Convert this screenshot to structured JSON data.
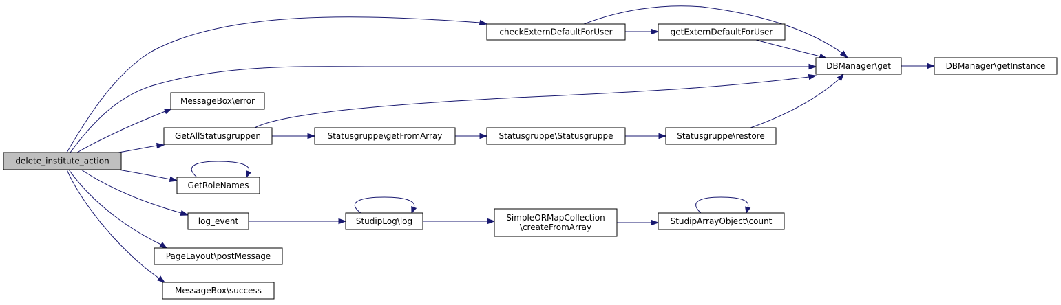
{
  "colors": {
    "edge": "#191970",
    "node_border": "#000000",
    "node_fill": "#ffffff",
    "root_fill": "#bfbfbf"
  },
  "nodes": [
    {
      "id": "root",
      "lines": [
        "delete_institute_action"
      ],
      "root": true
    },
    {
      "id": "checkExtern",
      "lines": [
        "checkExternDefaultForUser"
      ]
    },
    {
      "id": "getExtern",
      "lines": [
        "getExternDefaultForUser"
      ]
    },
    {
      "id": "dbget",
      "lines": [
        "DBManager\\get"
      ]
    },
    {
      "id": "dbinst",
      "lines": [
        "DBManager\\getInstance"
      ]
    },
    {
      "id": "msgerror",
      "lines": [
        "MessageBox\\error"
      ]
    },
    {
      "id": "getall",
      "lines": [
        "GetAllStatusgruppen"
      ]
    },
    {
      "id": "sgfromarray",
      "lines": [
        "Statusgruppe\\getFromArray"
      ]
    },
    {
      "id": "sgsg",
      "lines": [
        "Statusgruppe\\Statusgruppe"
      ]
    },
    {
      "id": "sgrestore",
      "lines": [
        "Statusgruppe\\restore"
      ]
    },
    {
      "id": "getrole",
      "lines": [
        "GetRoleNames"
      ]
    },
    {
      "id": "logevent",
      "lines": [
        "log_event"
      ]
    },
    {
      "id": "studiplog",
      "lines": [
        "StudipLog\\log"
      ]
    },
    {
      "id": "sormc",
      "lines": [
        "SimpleORMapCollection",
        "\\createFromArray"
      ]
    },
    {
      "id": "sacount",
      "lines": [
        "StudipArrayObject\\count"
      ]
    },
    {
      "id": "postmsg",
      "lines": [
        "PageLayout\\postMessage"
      ]
    },
    {
      "id": "msgsuccess",
      "lines": [
        "MessageBox\\success"
      ]
    }
  ],
  "edges": [
    {
      "from": "root",
      "to": "checkExtern"
    },
    {
      "from": "root",
      "to": "dbget"
    },
    {
      "from": "root",
      "to": "msgerror"
    },
    {
      "from": "root",
      "to": "getall"
    },
    {
      "from": "root",
      "to": "getrole"
    },
    {
      "from": "root",
      "to": "logevent"
    },
    {
      "from": "root",
      "to": "postmsg"
    },
    {
      "from": "root",
      "to": "msgsuccess"
    },
    {
      "from": "checkExtern",
      "to": "getExtern"
    },
    {
      "from": "checkExtern",
      "to": "dbget"
    },
    {
      "from": "getExtern",
      "to": "dbget"
    },
    {
      "from": "dbget",
      "to": "dbinst"
    },
    {
      "from": "getall",
      "to": "dbget"
    },
    {
      "from": "getall",
      "to": "sgfromarray"
    },
    {
      "from": "sgfromarray",
      "to": "sgsg"
    },
    {
      "from": "sgsg",
      "to": "sgrestore"
    },
    {
      "from": "sgrestore",
      "to": "dbget"
    },
    {
      "from": "getrole",
      "to": "getrole"
    },
    {
      "from": "logevent",
      "to": "studiplog"
    },
    {
      "from": "studiplog",
      "to": "studiplog"
    },
    {
      "from": "studiplog",
      "to": "sormc"
    },
    {
      "from": "sormc",
      "to": "sacount"
    },
    {
      "from": "sacount",
      "to": "sacount"
    }
  ]
}
